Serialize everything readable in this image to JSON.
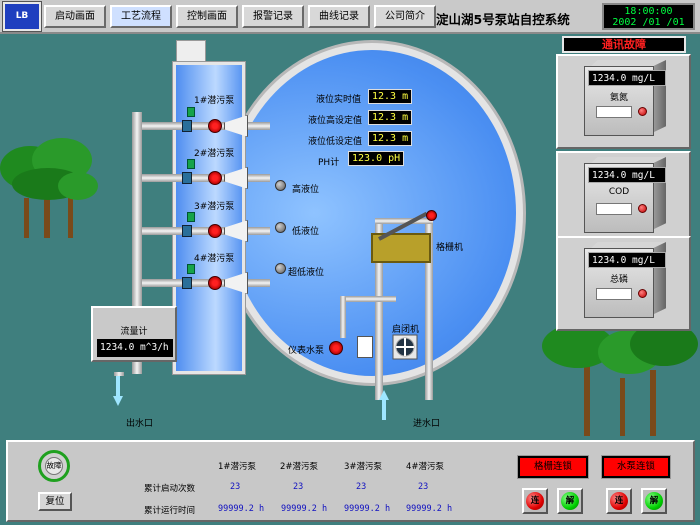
{
  "header": {
    "logo_text": "LB",
    "tabs": [
      "启动画面",
      "工艺流程",
      "控制画面",
      "报警记录",
      "曲线记录",
      "公司简介"
    ],
    "active_tab": 1,
    "system_title": "淀山湖5号泵站自控系统",
    "clock_time": "18:00:00",
    "clock_date": "2002 /01 /01"
  },
  "pumps": [
    {
      "label": "1#潜污泵"
    },
    {
      "label": "2#潜污泵"
    },
    {
      "label": "3#潜污泵"
    },
    {
      "label": "4#潜污泵"
    }
  ],
  "levels": {
    "realtime_label": "液位实时值",
    "realtime_value": "12.3 m",
    "high_set_label": "液位高设定值",
    "high_set_value": "12.3 m",
    "low_set_label": "液位低设定值",
    "low_set_value": "12.3 m",
    "ph_label": "PH计",
    "ph_value": "123.0 pH",
    "high_level": "高液位",
    "low_level": "低液位",
    "ultra_low_level": "超低液位"
  },
  "equipment": {
    "screen_machine": "格栅机",
    "gate_machine": "启闭机",
    "instrument_pump": "仪表水泵",
    "outlet": "出水口",
    "inlet": "进水口"
  },
  "flow_meter": {
    "label": "流量计",
    "value": "1234.0 m^3/h"
  },
  "alarm_banner": "通讯故障",
  "analyzers": [
    {
      "value": "1234.0 mg/L",
      "name": "氨氮"
    },
    {
      "value": "1234.0 mg/L",
      "name": "COD"
    },
    {
      "value": "1234.0 mg/L",
      "name": "总磷"
    }
  ],
  "bottom": {
    "fault_label": "故障",
    "reset_label": "复位",
    "row_start_count": "累计启动次数",
    "row_run_time": "累计运行时间",
    "pump_headers": [
      "1#潜污泵",
      "2#潜污泵",
      "3#潜污泵",
      "4#潜污泵"
    ],
    "start_counts": [
      "23",
      "23",
      "23",
      "23"
    ],
    "run_times": [
      "99999.2  h",
      "99999.2  h",
      "99999.2  h",
      "99999.2  h"
    ],
    "screen_chain": "格栅连锁",
    "pump_chain": "水泵连锁",
    "connect": "连",
    "disconnect": "解"
  },
  "colors": {
    "background": "#3f7f7e",
    "alarm_red": "#ff2020",
    "display_green": "#00ff40",
    "display_yellow": "#ffff40",
    "counter_blue": "#1010c0"
  }
}
